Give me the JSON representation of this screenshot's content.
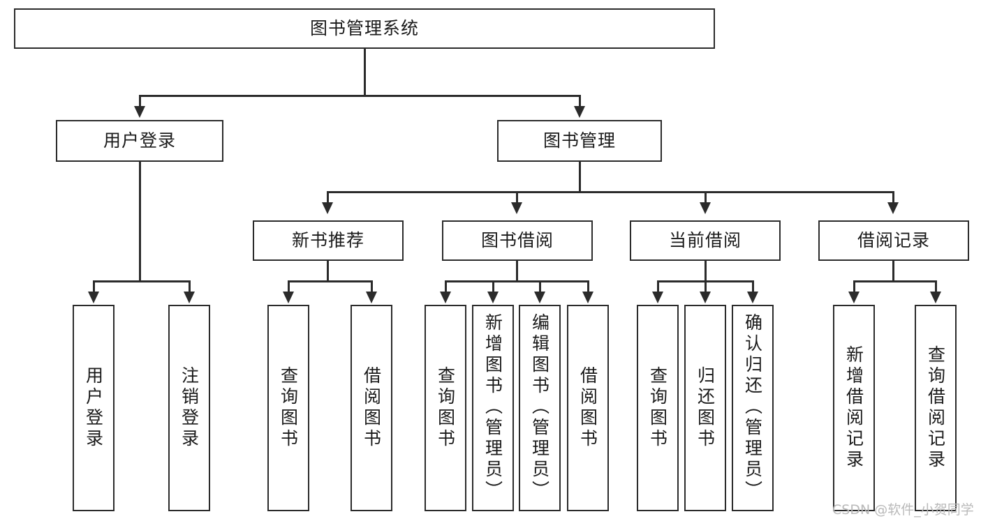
{
  "diagram": {
    "title": "图书管理系统",
    "type": "tree-hierarchy-chart",
    "orientation": "top-down",
    "colors": {
      "stroke": "#2b2b2b",
      "fill": "#ffffff",
      "text": "#1a1a1a",
      "watermark": "#b9b9b9"
    }
  },
  "root": {
    "label": "图书管理系统"
  },
  "level2": [
    {
      "label": "用户登录"
    },
    {
      "label": "图书管理"
    }
  ],
  "level3": [
    {
      "label": "新书推荐"
    },
    {
      "label": "图书借阅"
    },
    {
      "label": "当前借阅"
    },
    {
      "label": "借阅记录"
    }
  ],
  "leaves": {
    "user_login": [
      {
        "label": "用户登录"
      },
      {
        "label": "注销登录"
      }
    ],
    "new_book_recommend": [
      {
        "label": "查询图书"
      },
      {
        "label": "借阅图书"
      }
    ],
    "book_borrow": [
      {
        "label": "查询图书"
      },
      {
        "label": "新增图书（管理员）"
      },
      {
        "label": "编辑图书（管理员）"
      },
      {
        "label": "借阅图书"
      }
    ],
    "current_borrow": [
      {
        "label": "查询图书"
      },
      {
        "label": "归还图书"
      },
      {
        "label": "确认归还（管理员）"
      }
    ],
    "borrow_record": [
      {
        "label": "新增借阅记录"
      },
      {
        "label": "查询借阅记录"
      }
    ]
  },
  "watermark": {
    "text": "CSDN @软件_小贺同学"
  }
}
